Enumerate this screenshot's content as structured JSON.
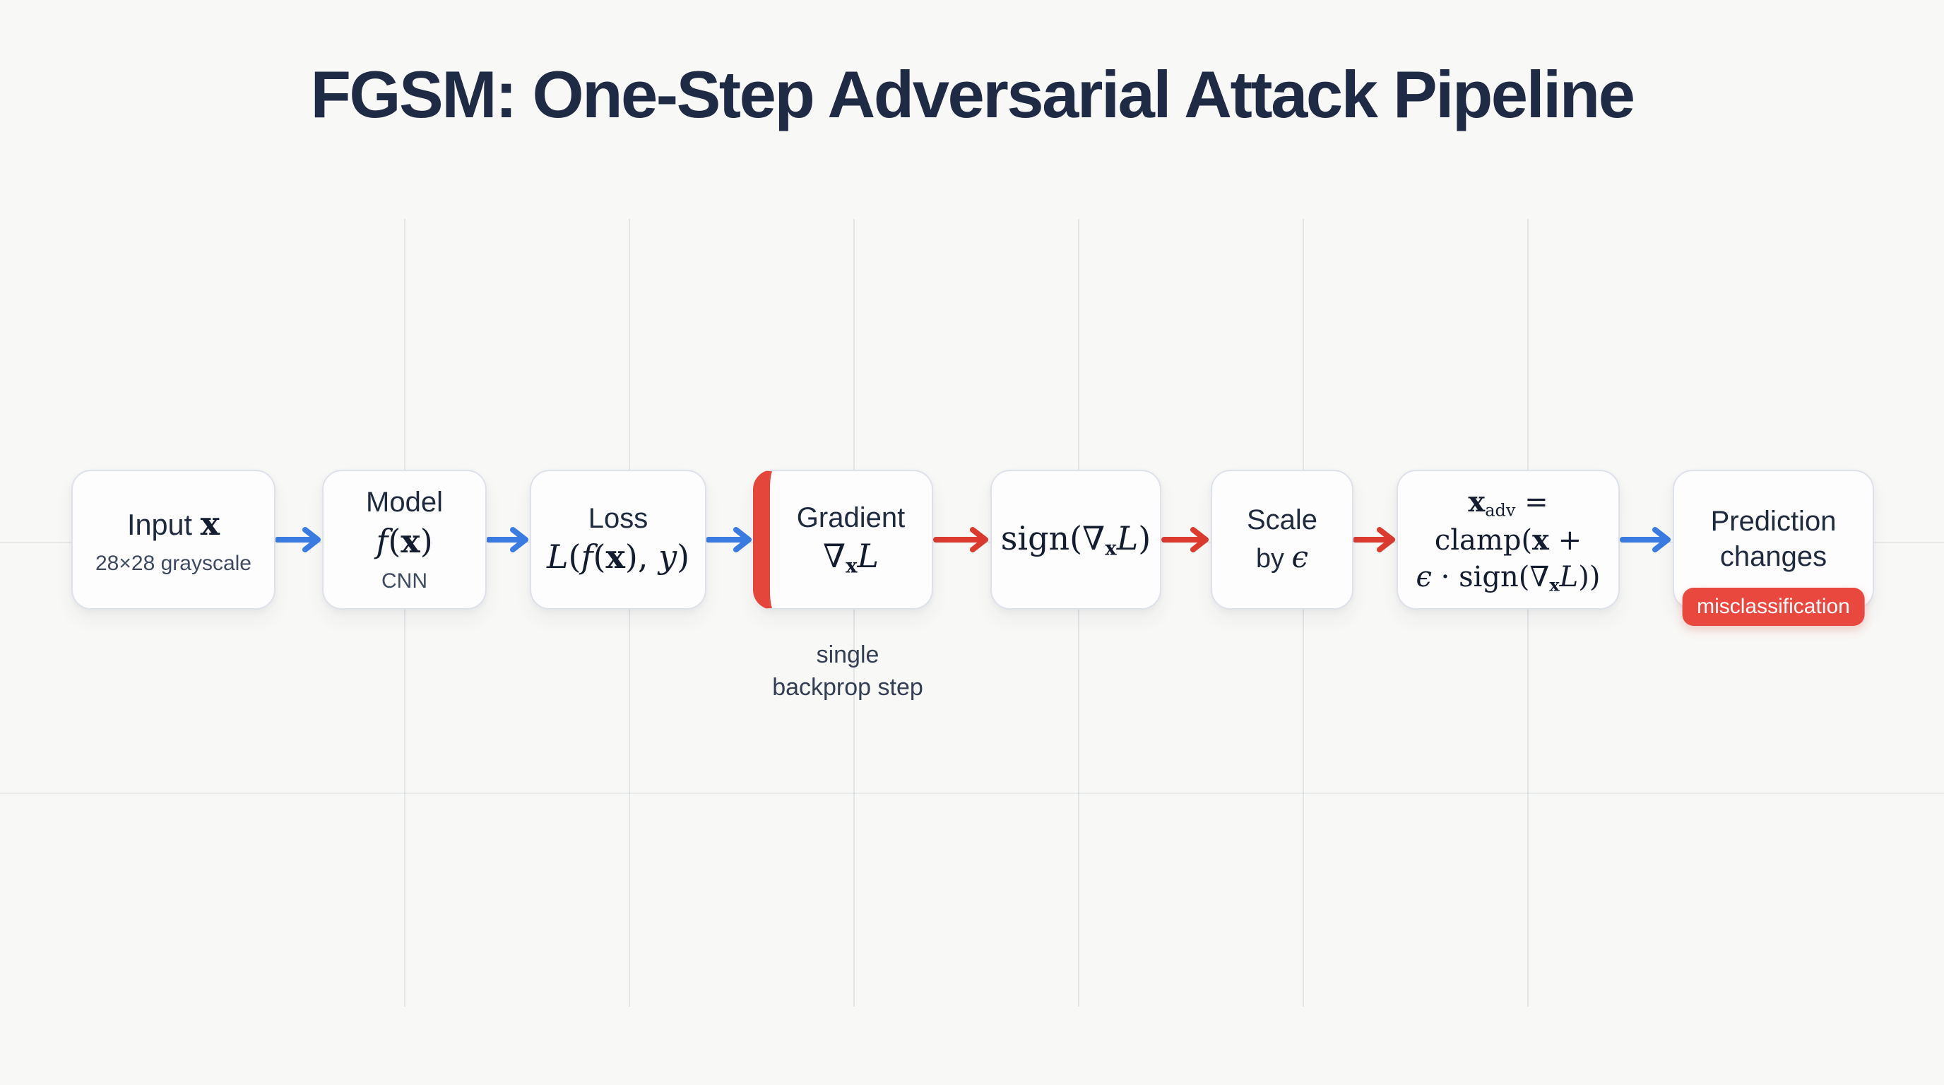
{
  "title": "FGSM: One-Step Adversarial Attack Pipeline",
  "colors": {
    "background": "#f8f8f6",
    "title_navy": "#1f2a44",
    "arrow_blue": "#3a7ce2",
    "arrow_red": "#dd3a30",
    "stripe_red": "#e5463c",
    "badge_red": "#e8483d",
    "box_border": "#dde1ea"
  },
  "arrows": [
    "#3a7ce2",
    "#3a7ce2",
    "#3a7ce2",
    "#dd3a30",
    "#dd3a30",
    "#dd3a30",
    "#3a7ce2"
  ],
  "boxes": {
    "input": {
      "label_tokens": [
        {
          "t": "Input ",
          "s": "sans"
        },
        {
          "t": "x",
          "s": "bf"
        }
      ],
      "subtitle": "28×28 grayscale"
    },
    "model": {
      "title": "Model",
      "math": [
        {
          "t": "f",
          "s": "it"
        },
        {
          "t": "(",
          "s": "rm"
        },
        {
          "t": "x",
          "s": "bf"
        },
        {
          "t": ")",
          "s": "rm"
        }
      ],
      "subtitle": "CNN"
    },
    "loss": {
      "title": "Loss",
      "math": [
        {
          "t": "L",
          "s": "it"
        },
        {
          "t": "(",
          "s": "rm"
        },
        {
          "t": "f",
          "s": "it"
        },
        {
          "t": "(",
          "s": "rm"
        },
        {
          "t": "x",
          "s": "bf"
        },
        {
          "t": ")",
          "s": "rm"
        },
        {
          "t": ", ",
          "s": "rm"
        },
        {
          "t": "y",
          "s": "it"
        },
        {
          "t": ")",
          "s": "rm"
        }
      ]
    },
    "gradient": {
      "title": "Gradient",
      "math": [
        {
          "t": "∇",
          "s": "rm"
        },
        {
          "t": "x",
          "s": "sub"
        },
        {
          "t": "L",
          "s": "it"
        }
      ],
      "caption_line1": "single",
      "caption_line2": "backprop step"
    },
    "sign": {
      "math": [
        {
          "t": "sign(",
          "s": "rm"
        },
        {
          "t": "∇",
          "s": "rm"
        },
        {
          "t": "x",
          "s": "sub"
        },
        {
          "t": "L",
          "s": "it"
        },
        {
          "t": ")",
          "s": "rm"
        }
      ]
    },
    "scale": {
      "line1": "Scale",
      "line2": [
        {
          "t": "by ",
          "s": "sans"
        },
        {
          "t": "ϵ",
          "s": "it"
        }
      ]
    },
    "update": {
      "line1": [
        {
          "t": "x",
          "s": "bf"
        },
        {
          "t": "adv",
          "s": "subr"
        },
        {
          "t": " =",
          "s": "rm"
        }
      ],
      "line2": [
        {
          "t": "clamp(",
          "s": "rm"
        },
        {
          "t": "x",
          "s": "bf"
        },
        {
          "t": " +",
          "s": "rm"
        }
      ],
      "line3": [
        {
          "t": "ϵ",
          "s": "it"
        },
        {
          "t": " · ",
          "s": "rm"
        },
        {
          "t": "sign(",
          "s": "rm"
        },
        {
          "t": "∇",
          "s": "rm"
        },
        {
          "t": "x",
          "s": "sub"
        },
        {
          "t": "L",
          "s": "it"
        },
        {
          "t": "))",
          "s": "rm"
        }
      ]
    },
    "prediction": {
      "line1": "Prediction",
      "line2": "changes",
      "badge": "misclassification"
    }
  }
}
